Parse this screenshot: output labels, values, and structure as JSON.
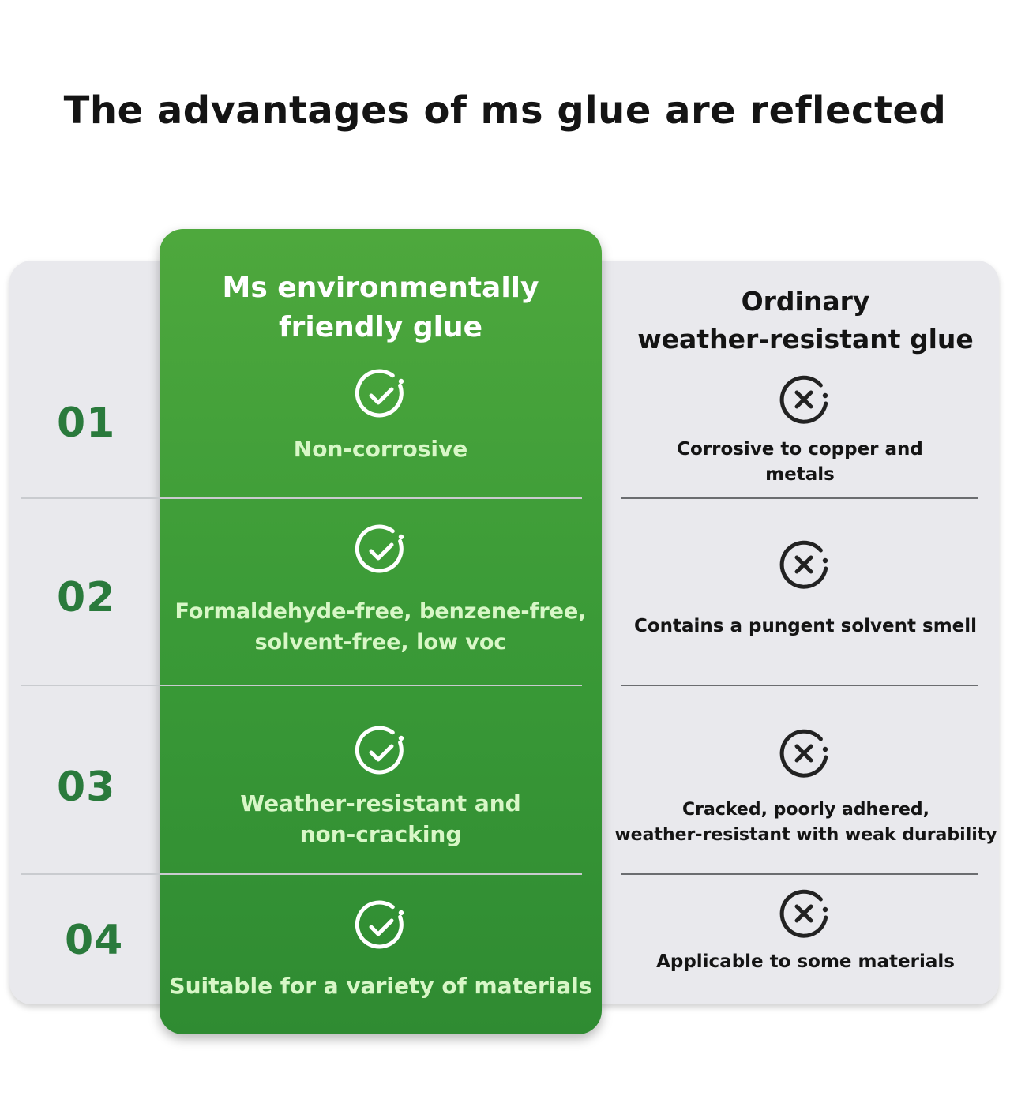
{
  "title": "The advantages of ms glue are reflected",
  "columns": {
    "ms": {
      "line1": "Ms environmentally",
      "line2": "friendly glue"
    },
    "ordinary": {
      "line1": "Ordinary",
      "line2": "weather-resistant glue"
    }
  },
  "rows": [
    {
      "number": "01",
      "ms": {
        "line1": "Non-corrosive",
        "line2": ""
      },
      "ordinary": {
        "line1": "Corrosive to copper and",
        "line2": "metals"
      }
    },
    {
      "number": "02",
      "ms": {
        "line1": "Formaldehyde-free, benzene-free,",
        "line2": "solvent-free, low voc"
      },
      "ordinary": {
        "line1": "Contains a pungent solvent smell",
        "line2": ""
      }
    },
    {
      "number": "03",
      "ms": {
        "line1": "Weather-resistant and",
        "line2": "non-cracking"
      },
      "ordinary": {
        "line1": "Cracked, poorly adhered,",
        "line2": "weather-resistant with weak durability"
      }
    },
    {
      "number": "04",
      "ms": {
        "line1": "Suitable for a variety of materials",
        "line2": ""
      },
      "ordinary": {
        "line1": "Applicable to some materials",
        "line2": ""
      }
    }
  ],
  "icons": {
    "ms": "check-circle-icon",
    "ordinary": "x-circle-icon"
  },
  "colors": {
    "green_top": "#4ea83d",
    "green_bottom": "#2f8b32",
    "number_green": "#2a7a3c",
    "ms_text": "#d8f7c7",
    "panel_gray": "#e9e9ed",
    "dark_text": "#141414"
  }
}
